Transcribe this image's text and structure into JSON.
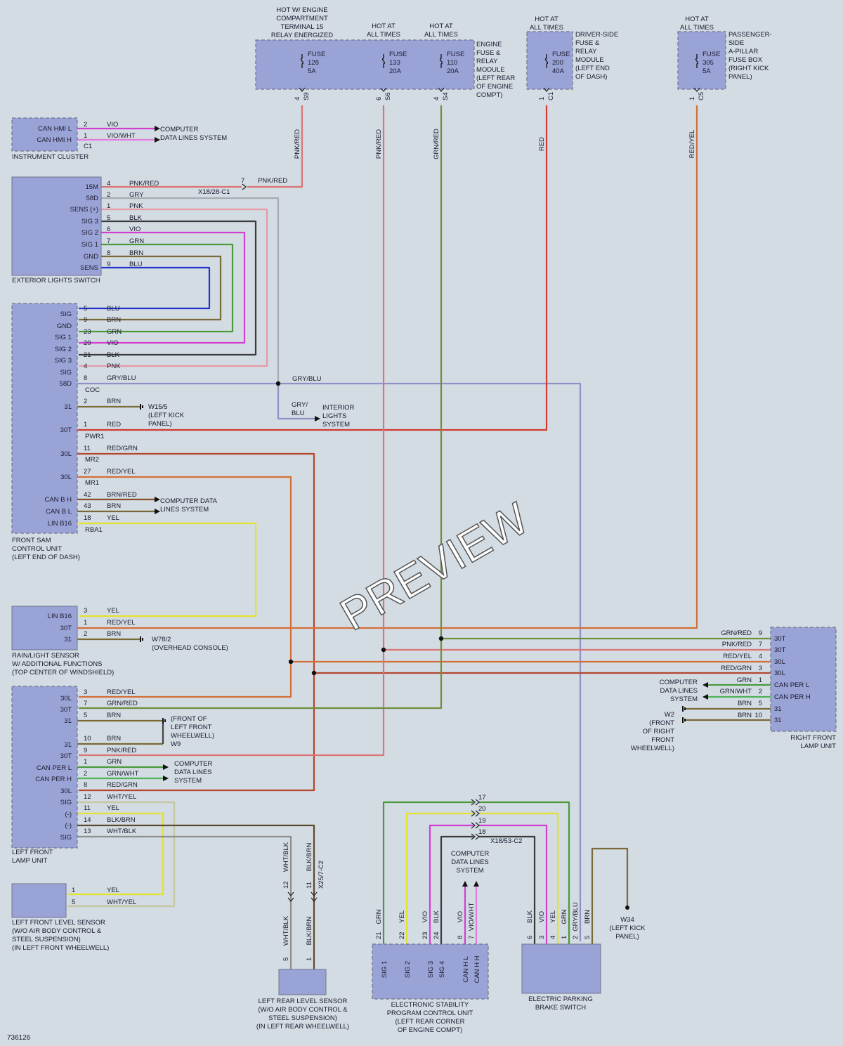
{
  "figure_id": "736126",
  "watermark": "PREVIEW",
  "colors": {
    "PNK": "#e79aa6",
    "RED": "#d23b34",
    "GRY": "#a7acb2",
    "BLK": "#3b3b3b",
    "VIO": "#d23fd0",
    "GRN": "#4a9a3b",
    "BRN": "#7a6a36",
    "BLU": "#2233cc",
    "YEL": "#e3e22f",
    "REDYEL": "#d46f37",
    "REDGRN": "#b5462f",
    "GRNRED": "#6f8f3a",
    "PNKRED": "#db7474",
    "GRYBLU": "#9090c4",
    "WHTYEL": "#c4c7a0",
    "WHTBLK": "#8e8e8e",
    "BLKBRN": "#5a4b2d",
    "GRNWHT": "#4fb35a",
    "BRNRED": "#8a4c2a",
    "VIOWHT": "#e07be0"
  },
  "fuses": [
    {
      "header": [
        "HOT W/ ENGINE",
        "COMPARTMENT",
        "TERMINAL 15",
        "RELAY ENERGIZED"
      ],
      "word": "FUSE",
      "number": "128",
      "amps": "5A",
      "pin": "4",
      "conn": "S9",
      "wire": "PNK/RED"
    },
    {
      "header": [
        "HOT AT",
        "ALL TIMES"
      ],
      "word": "FUSE",
      "number": "133",
      "amps": "20A",
      "pin": "6",
      "conn": "S6",
      "wire": "PNK/RED"
    },
    {
      "header": [
        "HOT AT",
        "ALL TIMES"
      ],
      "word": "FUSE",
      "number": "110",
      "amps": "20A",
      "pin": "4",
      "conn": "S4",
      "wire": "GRN/RED"
    },
    {
      "header": [
        "HOT AT",
        "ALL TIMES"
      ],
      "word": "FUSE",
      "number": "200",
      "amps": "40A",
      "pin": "1",
      "conn": "C1",
      "wire": "RED"
    },
    {
      "header": [
        "HOT AT",
        "ALL TIMES"
      ],
      "word": "FUSE",
      "number": "305",
      "amps": "5A",
      "pin": "1",
      "conn": "C5",
      "wire": "RED/YEL"
    }
  ],
  "engine_fuse_box_label": [
    "ENGINE",
    "FUSE &",
    "RELAY",
    "MODULE",
    "(LEFT REAR",
    "OF ENGINE",
    "COMPT)"
  ],
  "driver_fuse_box_label": [
    "DRIVER-SIDE",
    "FUSE &",
    "RELAY",
    "MODULE",
    "(LEFT END",
    "OF DASH)"
  ],
  "passenger_fuse_box_label": [
    "PASSENGER-",
    "SIDE",
    "A-PILLAR",
    "FUSE BOX",
    "(RIGHT KICK",
    "PANEL)"
  ],
  "instrument_cluster": {
    "name": "INSTRUMENT CLUSTER",
    "conn": "C1",
    "pins": [
      {
        "label": "CAN HMI L",
        "pin": "2",
        "wire": "VIO"
      },
      {
        "label": "CAN HMI H",
        "pin": "1",
        "wire": "VIO/WHT"
      }
    ],
    "dest": [
      "COMPUTER",
      "DATA LINES SYSTEM"
    ]
  },
  "exterior_lights_switch": {
    "name": "EXTERIOR LIGHTS SWITCH",
    "x_conn": "X18/28-C1",
    "x_pin": "7",
    "x_wire": "PNK/RED",
    "pins": [
      {
        "label": "15M",
        "pin": "4",
        "wire": "PNK/RED"
      },
      {
        "label": "58D",
        "pin": "2",
        "wire": "GRY"
      },
      {
        "label": "SENS (+)",
        "pin": "1",
        "wire": "PNK"
      },
      {
        "label": "SIG 3",
        "pin": "5",
        "wire": "BLK"
      },
      {
        "label": "SIG 2",
        "pin": "6",
        "wire": "VIO"
      },
      {
        "label": "SIG 1",
        "pin": "7",
        "wire": "GRN"
      },
      {
        "label": "GND",
        "pin": "8",
        "wire": "BRN"
      },
      {
        "label": "SENS",
        "pin": "9",
        "wire": "BLU"
      }
    ]
  },
  "front_sam": {
    "name": [
      "FRONT SAM",
      "CONTROL UNIT",
      "(LEFT END OF DASH)"
    ],
    "pins": [
      {
        "label": "SIG",
        "pin": "5",
        "wire": "BLU"
      },
      {
        "label": "GND",
        "pin": "9",
        "wire": "BRN"
      },
      {
        "label": "SIG 1",
        "pin": "23",
        "wire": "GRN"
      },
      {
        "label": "SIG 2",
        "pin": "20",
        "wire": "VIO"
      },
      {
        "label": "SIG 3",
        "pin": "21",
        "wire": "BLK"
      },
      {
        "label": "SIG",
        "pin": "4",
        "wire": "PNK"
      },
      {
        "label": "58D",
        "pin": "8",
        "wire": "GRY/BLU"
      },
      {
        "label": "31",
        "pin": "2",
        "wire": "BRN"
      },
      {
        "label": "30T",
        "pin": "1",
        "wire": "RED"
      },
      {
        "label": "30L",
        "pin": "11",
        "wire": "RED/GRN"
      },
      {
        "label": "30L",
        "pin": "27",
        "wire": "RED/YEL"
      },
      {
        "label": "CAN B H",
        "pin": "42",
        "wire": "BRN/RED"
      },
      {
        "label": "CAN B L",
        "pin": "43",
        "wire": "BRN"
      },
      {
        "label": "LIN B16",
        "pin": "18",
        "wire": "YEL"
      }
    ],
    "conns": [
      "COC",
      "PWR1",
      "MR2",
      "MR1",
      "RBA1"
    ],
    "ground": [
      "W15/5",
      "(LEFT KICK",
      "PANEL)"
    ],
    "interior_label": [
      "GRY/",
      "BLU"
    ],
    "interior_dest": [
      "INTERIOR",
      "LIGHTS",
      "SYSTEM"
    ],
    "data_dest": [
      "COMPUTER DATA",
      "LINES SYSTEM"
    ]
  },
  "rain_sensor": {
    "name": [
      "RAIN/LIGHT SENSOR",
      "W/ ADDITIONAL FUNCTIONS",
      "(TOP CENTER OF WINDSHIELD)"
    ],
    "pins": [
      {
        "label": "LIN B16",
        "pin": "3",
        "wire": "YEL"
      },
      {
        "label": "30T",
        "pin": "1",
        "wire": "RED/YEL"
      },
      {
        "label": "31",
        "pin": "2",
        "wire": "BRN"
      }
    ],
    "ground": "W78/2",
    "ground_loc": "(OVERHEAD CONSOLE)"
  },
  "left_front_lamp": {
    "name": [
      "LEFT FRONT",
      "LAMP UNIT"
    ],
    "pins": [
      {
        "label": "30L",
        "pin": "3",
        "wire": "RED/YEL"
      },
      {
        "label": "30T",
        "pin": "7",
        "wire": "GRN/RED"
      },
      {
        "label": "31",
        "pin": "5",
        "wire": "BRN"
      },
      {
        "label": "31",
        "pin": "10",
        "wire": "BRN"
      },
      {
        "label": "30T",
        "pin": "9",
        "wire": "PNK/RED"
      },
      {
        "label": "CAN PER L",
        "pin": "1",
        "wire": "GRN"
      },
      {
        "label": "CAN PER H",
        "pin": "2",
        "wire": "GRN/WHT"
      },
      {
        "label": "30L",
        "pin": "8",
        "wire": "RED/GRN"
      },
      {
        "label": "SIG",
        "pin": "12",
        "wire": "WHT/YEL"
      },
      {
        "label": "(-)",
        "pin": "11",
        "wire": "YEL"
      },
      {
        "label": "(-)",
        "pin": "14",
        "wire": "BLK/BRN"
      },
      {
        "label": "SIG",
        "pin": "13",
        "wire": "WHT/BLK"
      }
    ],
    "ground": [
      "(FRONT OF",
      "LEFT FRONT",
      "WHEELWELL)"
    ],
    "ground_ref": "W9",
    "data_dest": [
      "COMPUTER",
      "DATA LINES",
      "SYSTEM"
    ]
  },
  "left_front_level_sensor": {
    "name": [
      "LEFT FRONT LEVEL SENSOR",
      "(W/O AIR BODY CONTROL &",
      "STEEL SUSPENSION)",
      "(IN LEFT FRONT WHEELWELL)"
    ],
    "pins": [
      {
        "pin": "1",
        "wire": "YEL"
      },
      {
        "pin": "5",
        "wire": "WHT/YEL"
      }
    ]
  },
  "left_rear_level_sensor": {
    "name": [
      "LEFT REAR LEVEL SENSOR",
      "(W/O AIR BODY CONTROL &",
      "STEEL SUSPENSION)",
      "(IN LEFT REAR WHEELWELL)"
    ],
    "x_conn": "X25/7-C2",
    "wires": [
      {
        "wire": "WHT/BLK",
        "x_pin": "12",
        "pin": "5"
      },
      {
        "wire": "BLK/BRN",
        "x_pin": "11",
        "pin": "1"
      }
    ]
  },
  "right_front_lamp": {
    "name": [
      "RIGHT FRONT",
      "LAMP UNIT"
    ],
    "pins": [
      {
        "label": "30T",
        "pin": "9",
        "wire": "GRN/RED"
      },
      {
        "label": "30T",
        "pin": "7",
        "wire": "PNK/RED"
      },
      {
        "label": "30L",
        "pin": "4",
        "wire": "RED/YEL"
      },
      {
        "label": "30L",
        "pin": "3",
        "wire": "RED/GRN"
      },
      {
        "label": "CAN PER L",
        "pin": "1",
        "wire": "GRN"
      },
      {
        "label": "CAN PER H",
        "pin": "2",
        "wire": "GRN/WHT"
      },
      {
        "label": "31",
        "pin": "5",
        "wire": "BRN"
      },
      {
        "label": "31",
        "pin": "10",
        "wire": "BRN"
      }
    ],
    "ground": [
      "W2",
      "(FRONT",
      "OF RIGHT",
      "FRONT",
      "WHEELWELL)"
    ],
    "data_dest": [
      "COMPUTER",
      "DATA LINES",
      "SYSTEM"
    ]
  },
  "esp": {
    "name": [
      "ELECTRONIC STABILITY",
      "PROGRAM CONTROL UNIT",
      "(LEFT REAR CORNER",
      "OF ENGINE COMPT)"
    ],
    "x_conn": "X18/53-C2",
    "pins": [
      {
        "label": "SIG 1",
        "pin": "21",
        "wire": "GRN",
        "x_pin": "17"
      },
      {
        "label": "SIG 2",
        "pin": "22",
        "wire": "YEL",
        "x_pin": "20"
      },
      {
        "label": "SIG 3",
        "pin": "23",
        "wire": "VIO",
        "x_pin": "19"
      },
      {
        "label": "SIG 4",
        "pin": "24",
        "wire": "BLK",
        "x_pin": "18"
      },
      {
        "label": "CAN H L",
        "pin": "8",
        "wire": "VIO"
      },
      {
        "label": "CAN H H",
        "pin": "7",
        "wire": "VIO/WHT"
      }
    ],
    "data_dest": [
      "COMPUTER",
      "DATA LINES",
      "SYSTEM"
    ]
  },
  "parking_brake": {
    "name": [
      "ELECTRIC PARKING",
      "BRAKE SWITCH"
    ],
    "pins": [
      {
        "pin": "6",
        "wire": "BLK"
      },
      {
        "pin": "3",
        "wire": "VIO"
      },
      {
        "pin": "4",
        "wire": "YEL"
      },
      {
        "pin": "1",
        "wire": "GRN"
      },
      {
        "pin": "2",
        "wire": "GRY/BLU"
      },
      {
        "pin": "5",
        "wire": "BRN"
      }
    ],
    "ground": [
      "W34",
      "(LEFT KICK",
      "PANEL)"
    ]
  }
}
